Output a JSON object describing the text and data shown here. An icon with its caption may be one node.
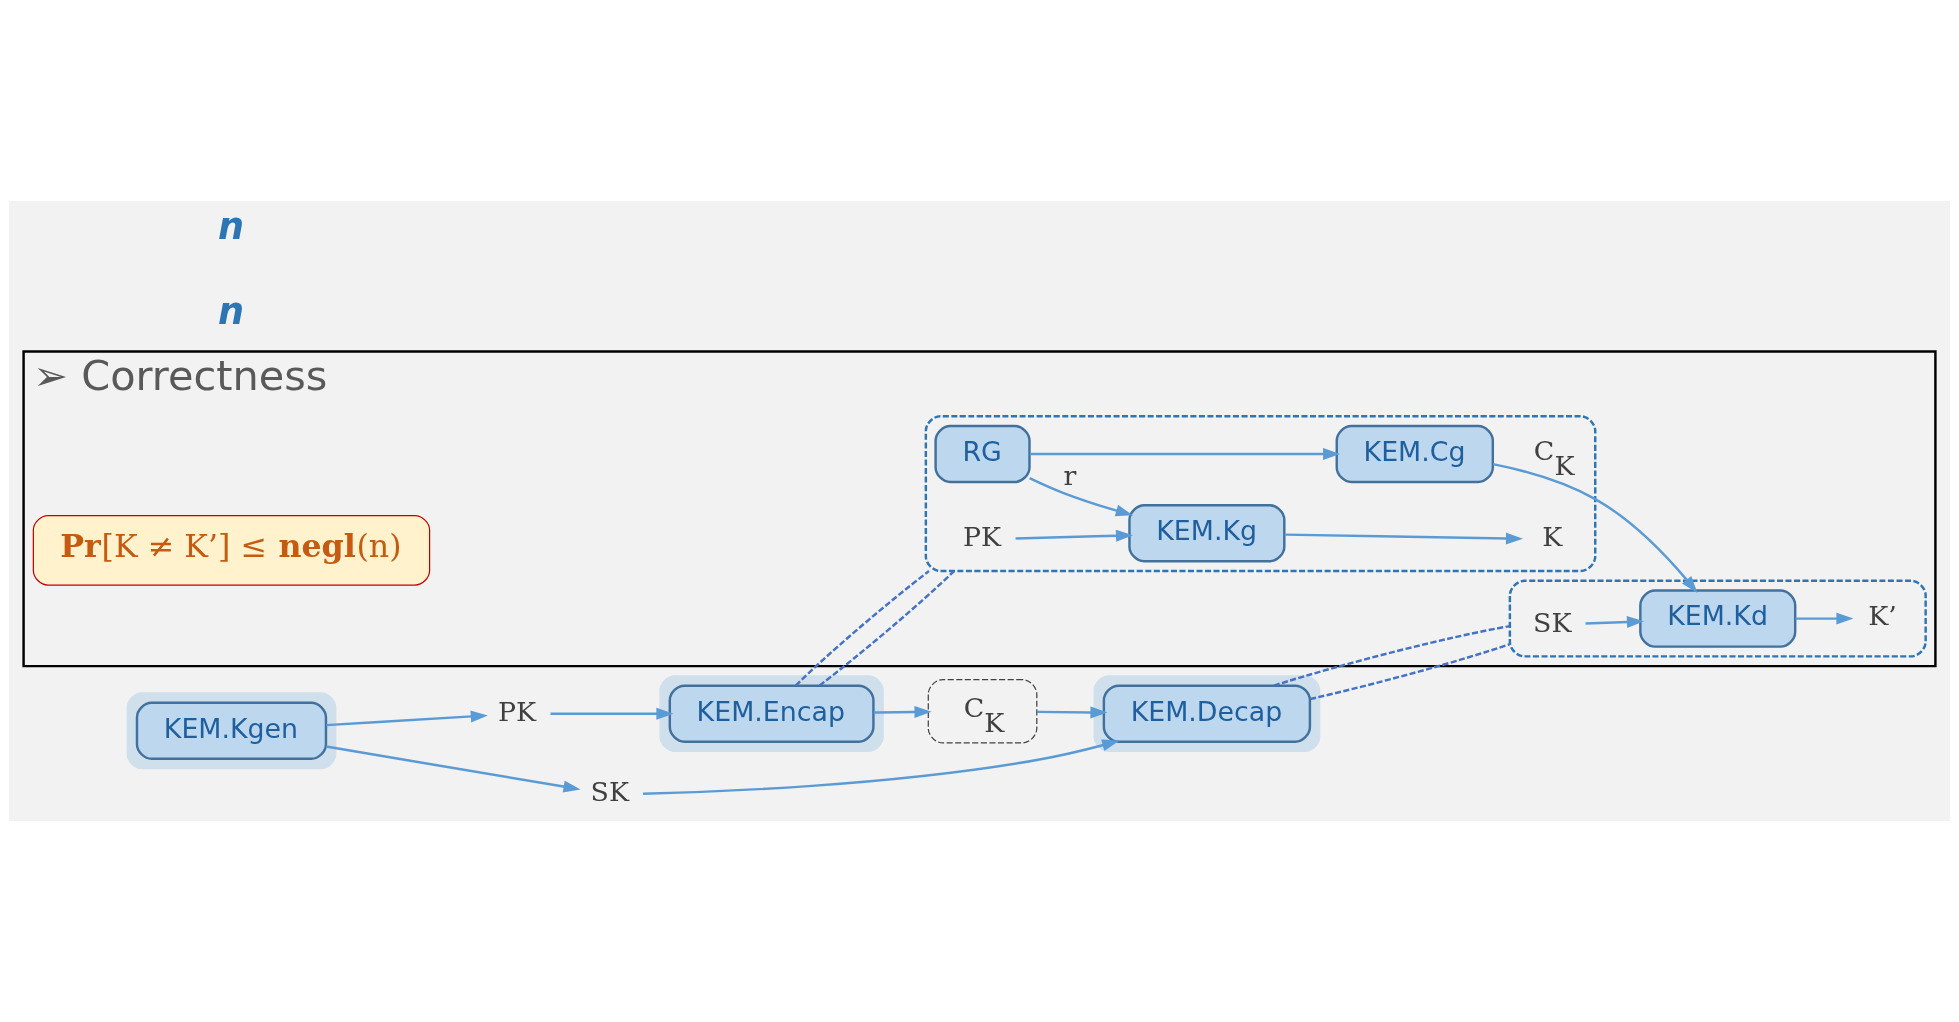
{
  "diagram": {
    "nodes": [
      {
        "text": [
          "PK"
        ]
      },
      {
        "text": [],
        "shape": "box"
      },
      {
        "text": [
          "KEM.Encap"
        ],
        "in": 1
      },
      {
        "text": [],
        "shape": "box"
      },
      {
        "text": [
          "KEM.Kgen"
        ],
        "in": 3
      },
      {
        "text": [
          "C$_{K}$"
        ]
      },
      {
        "text": [
          "SK"
        ]
      },
      {
        "text": [],
        "shape": "box"
      },
      {
        "text": [
          "KEM.Decap"
        ],
        "in": 7
      },
      {
        "text": [
          "➢ Correctness"
        ]
      },
      {
        "text": [],
        "shape": "box",
        "in": 9
      },
      {
        "text": [
          "PK"
        ],
        "in": 10
      },
      {
        "text": [
          "KEM.Kg"
        ],
        "in": 10
      },
      {
        "text": [
          "K"
        ],
        "in": 10
      },
      {
        "text": [
          "RG"
        ],
        "in": 10
      },
      {
        "text": [
          "KEM.Cg"
        ],
        "in": 10
      },
      {
        "text": [],
        "shape": "box",
        "in": 9
      },
      {
        "text": [
          "SK"
        ],
        "in": 16
      },
      {
        "text": [
          "KEM.Kd"
        ],
        "in": 16
      },
      {
        "text": [
          "K’"
        ],
        "in": 16
      },
      {
        "text": [
          "**Pr**[K ≠ K’] ≤ **negl**(n)"
        ],
        "in": 9
      }
    ],
    "edges": [
      {
        "from": 4,
        "to": 0,
        "arrow": "to"
      },
      {
        "from": 4,
        "to": 6,
        "arrow": "to"
      },
      {
        "from": 0,
        "to": 2,
        "arrow": "to"
      },
      {
        "from": 6,
        "to": 8,
        "arrow": "to"
      },
      {
        "from": 2,
        "to": 5,
        "arrow": "to"
      },
      {
        "from": 5,
        "to": 8,
        "arrow": "to"
      },
      {
        "from": 2,
        "to": 10,
        "arrow": "none",
        "style": "dashed",
        "color": "#4472c4"
      },
      {
        "from": 2,
        "to": 10,
        "arrow": "none",
        "style": "dashed",
        "color": "#4472c4"
      },
      {
        "from": 8,
        "to": 16,
        "arrow": "none",
        "style": "dashed",
        "color": "#4472c4"
      },
      {
        "from": 8,
        "to": 16,
        "arrow": "none",
        "style": "dashed",
        "color": "#4472c4"
      },
      {
        "from": 11,
        "to": 12,
        "arrow": "to"
      },
      {
        "from": 14,
        "to": 12,
        "label": "r",
        "arrow": "to"
      },
      {
        "from": 14,
        "to": 15,
        "arrow": "to"
      },
      {
        "from": 12,
        "to": 13,
        "arrow": "to"
      },
      {
        "from": 15,
        "to": 18,
        "label": "C$_{K}$",
        "arrow": "to"
      },
      {
        "from": 17,
        "to": 18,
        "arrow": "to"
      },
      {
        "from": 18,
        "to": 19,
        "arrow": "to"
      }
    ],
    "labels": [
      "n",
      "n"
    ]
  }
}
